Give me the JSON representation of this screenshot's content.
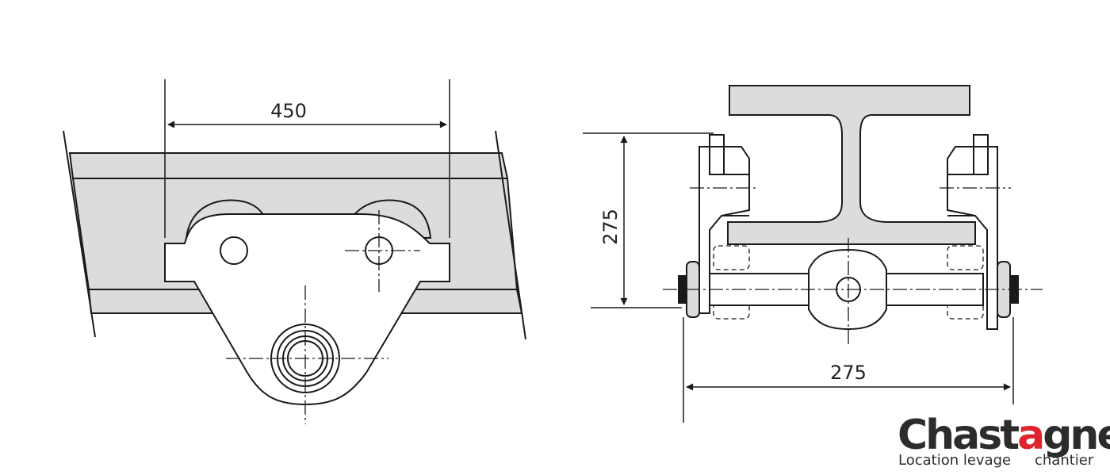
{
  "dimensions": {
    "side_width": "450",
    "front_height": "275",
    "front_width": "275"
  },
  "logo": {
    "name_part1": "Chas",
    "name_part2": "t",
    "name_part3": "a",
    "name_part4": "gner",
    "tagline_left": "Location levage",
    "tagline_right": "chantier",
    "accent_color": "#e0242d",
    "text_color": "#2c2c2c"
  },
  "colors": {
    "fill": "#dcdcdc",
    "line": "#1a1a1a"
  }
}
